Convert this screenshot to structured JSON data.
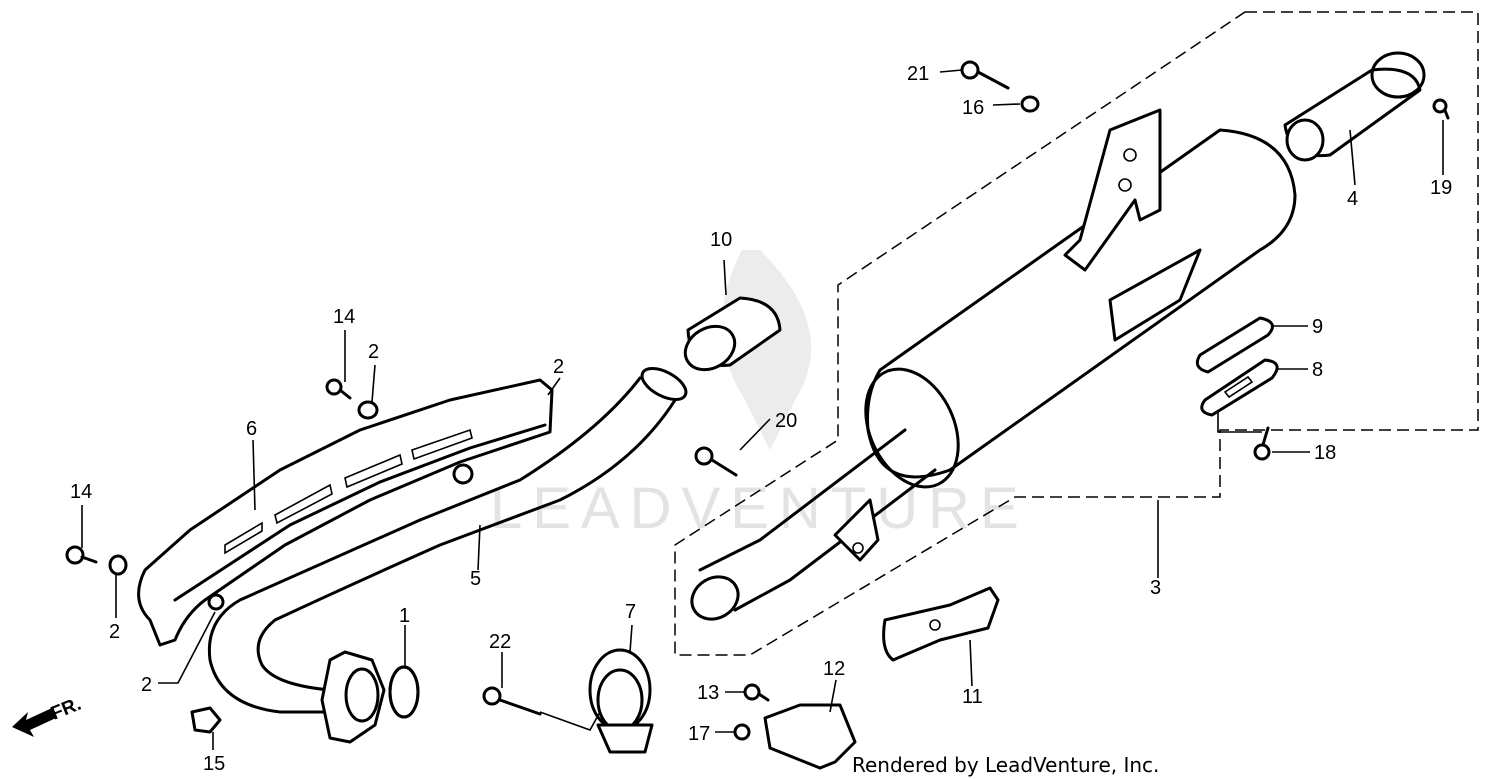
{
  "callouts": {
    "c1": "1",
    "c2a": "2",
    "c2b": "2",
    "c2c": "2",
    "c2d": "2",
    "c3": "3",
    "c4": "4",
    "c5": "5",
    "c6": "6",
    "c7": "7",
    "c8": "8",
    "c9": "9",
    "c10": "10",
    "c11": "11",
    "c12": "12",
    "c13": "13",
    "c14a": "14",
    "c14b": "14",
    "c15": "15",
    "c16": "16",
    "c17": "17",
    "c18": "18",
    "c19": "19",
    "c20": "20",
    "c21": "21",
    "c22": "22"
  },
  "direction_label": "FR.",
  "watermark": "LEADVENTURE",
  "footer_credit": "Rendered by LeadVenture, Inc."
}
